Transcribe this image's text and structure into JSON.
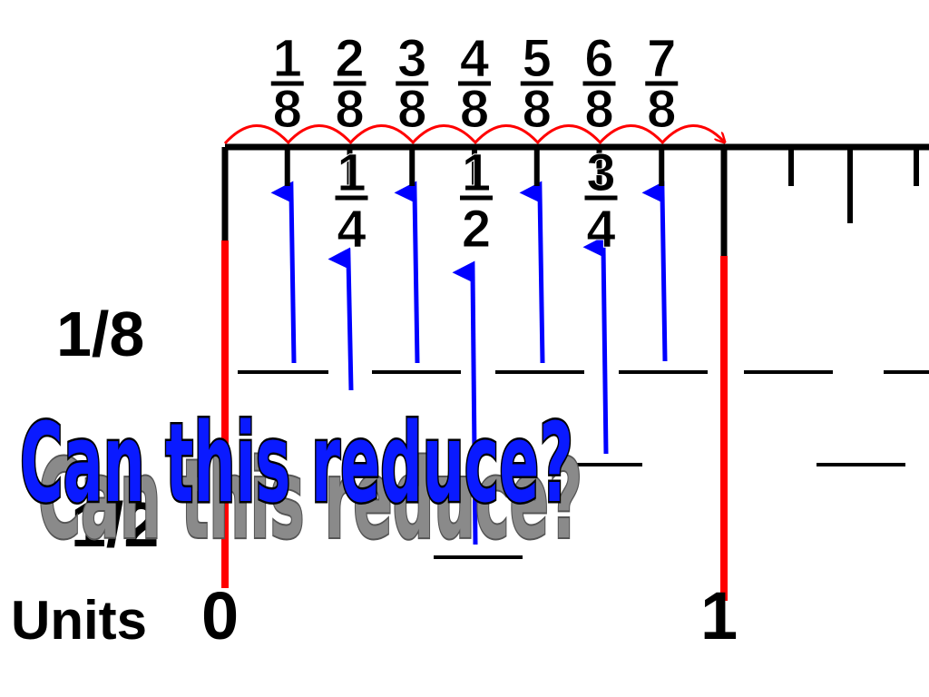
{
  "eighths": [
    "1",
    "2",
    "3",
    "4",
    "5",
    "6",
    "7"
  ],
  "eighth_den": "8",
  "reduced": [
    {
      "num": "1",
      "den": "4",
      "pos": 2
    },
    {
      "num": "1",
      "den": "2",
      "pos": 4
    },
    {
      "num": "3",
      "den": "4",
      "pos": 6
    }
  ],
  "row_labels": {
    "eighth": "1/8",
    "half": "1/2"
  },
  "units_label": "Units",
  "zero_label": "0",
  "one_label": "1",
  "title": "Can this reduce?",
  "colors": {
    "ruler": "#000000",
    "unit_line": "#ff0000",
    "hop_arrow": "#ff0000",
    "point_arrow": "#0000ff",
    "title_fill": "#0a1aff"
  }
}
